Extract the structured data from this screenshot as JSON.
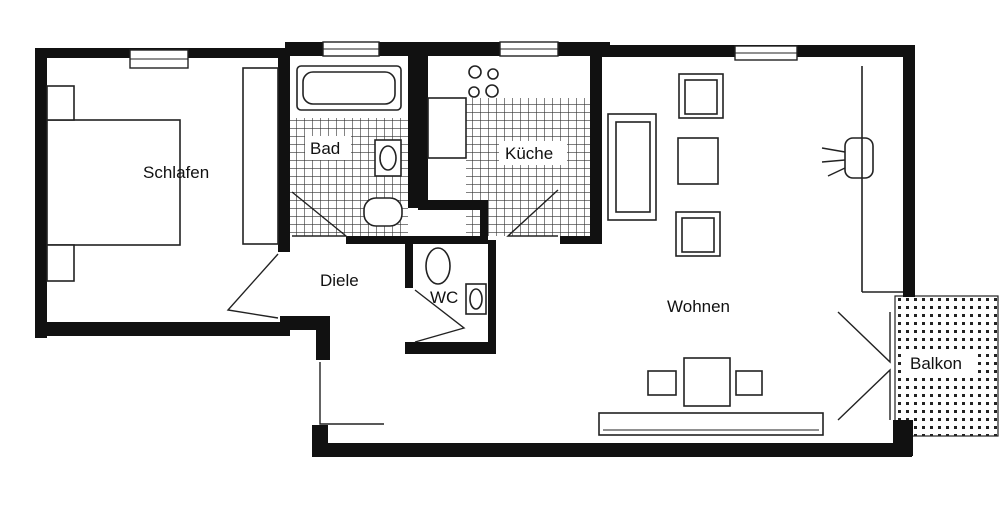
{
  "rooms": {
    "schlafen": "Schlafen",
    "bad": "Bad",
    "kueche": "Küche",
    "diele": "Diele",
    "wc": "WC",
    "wohnen": "Wohnen",
    "balkon": "Balkon"
  },
  "colors": {
    "wall": "#111111",
    "background": "#ffffff",
    "line": "#222222"
  }
}
